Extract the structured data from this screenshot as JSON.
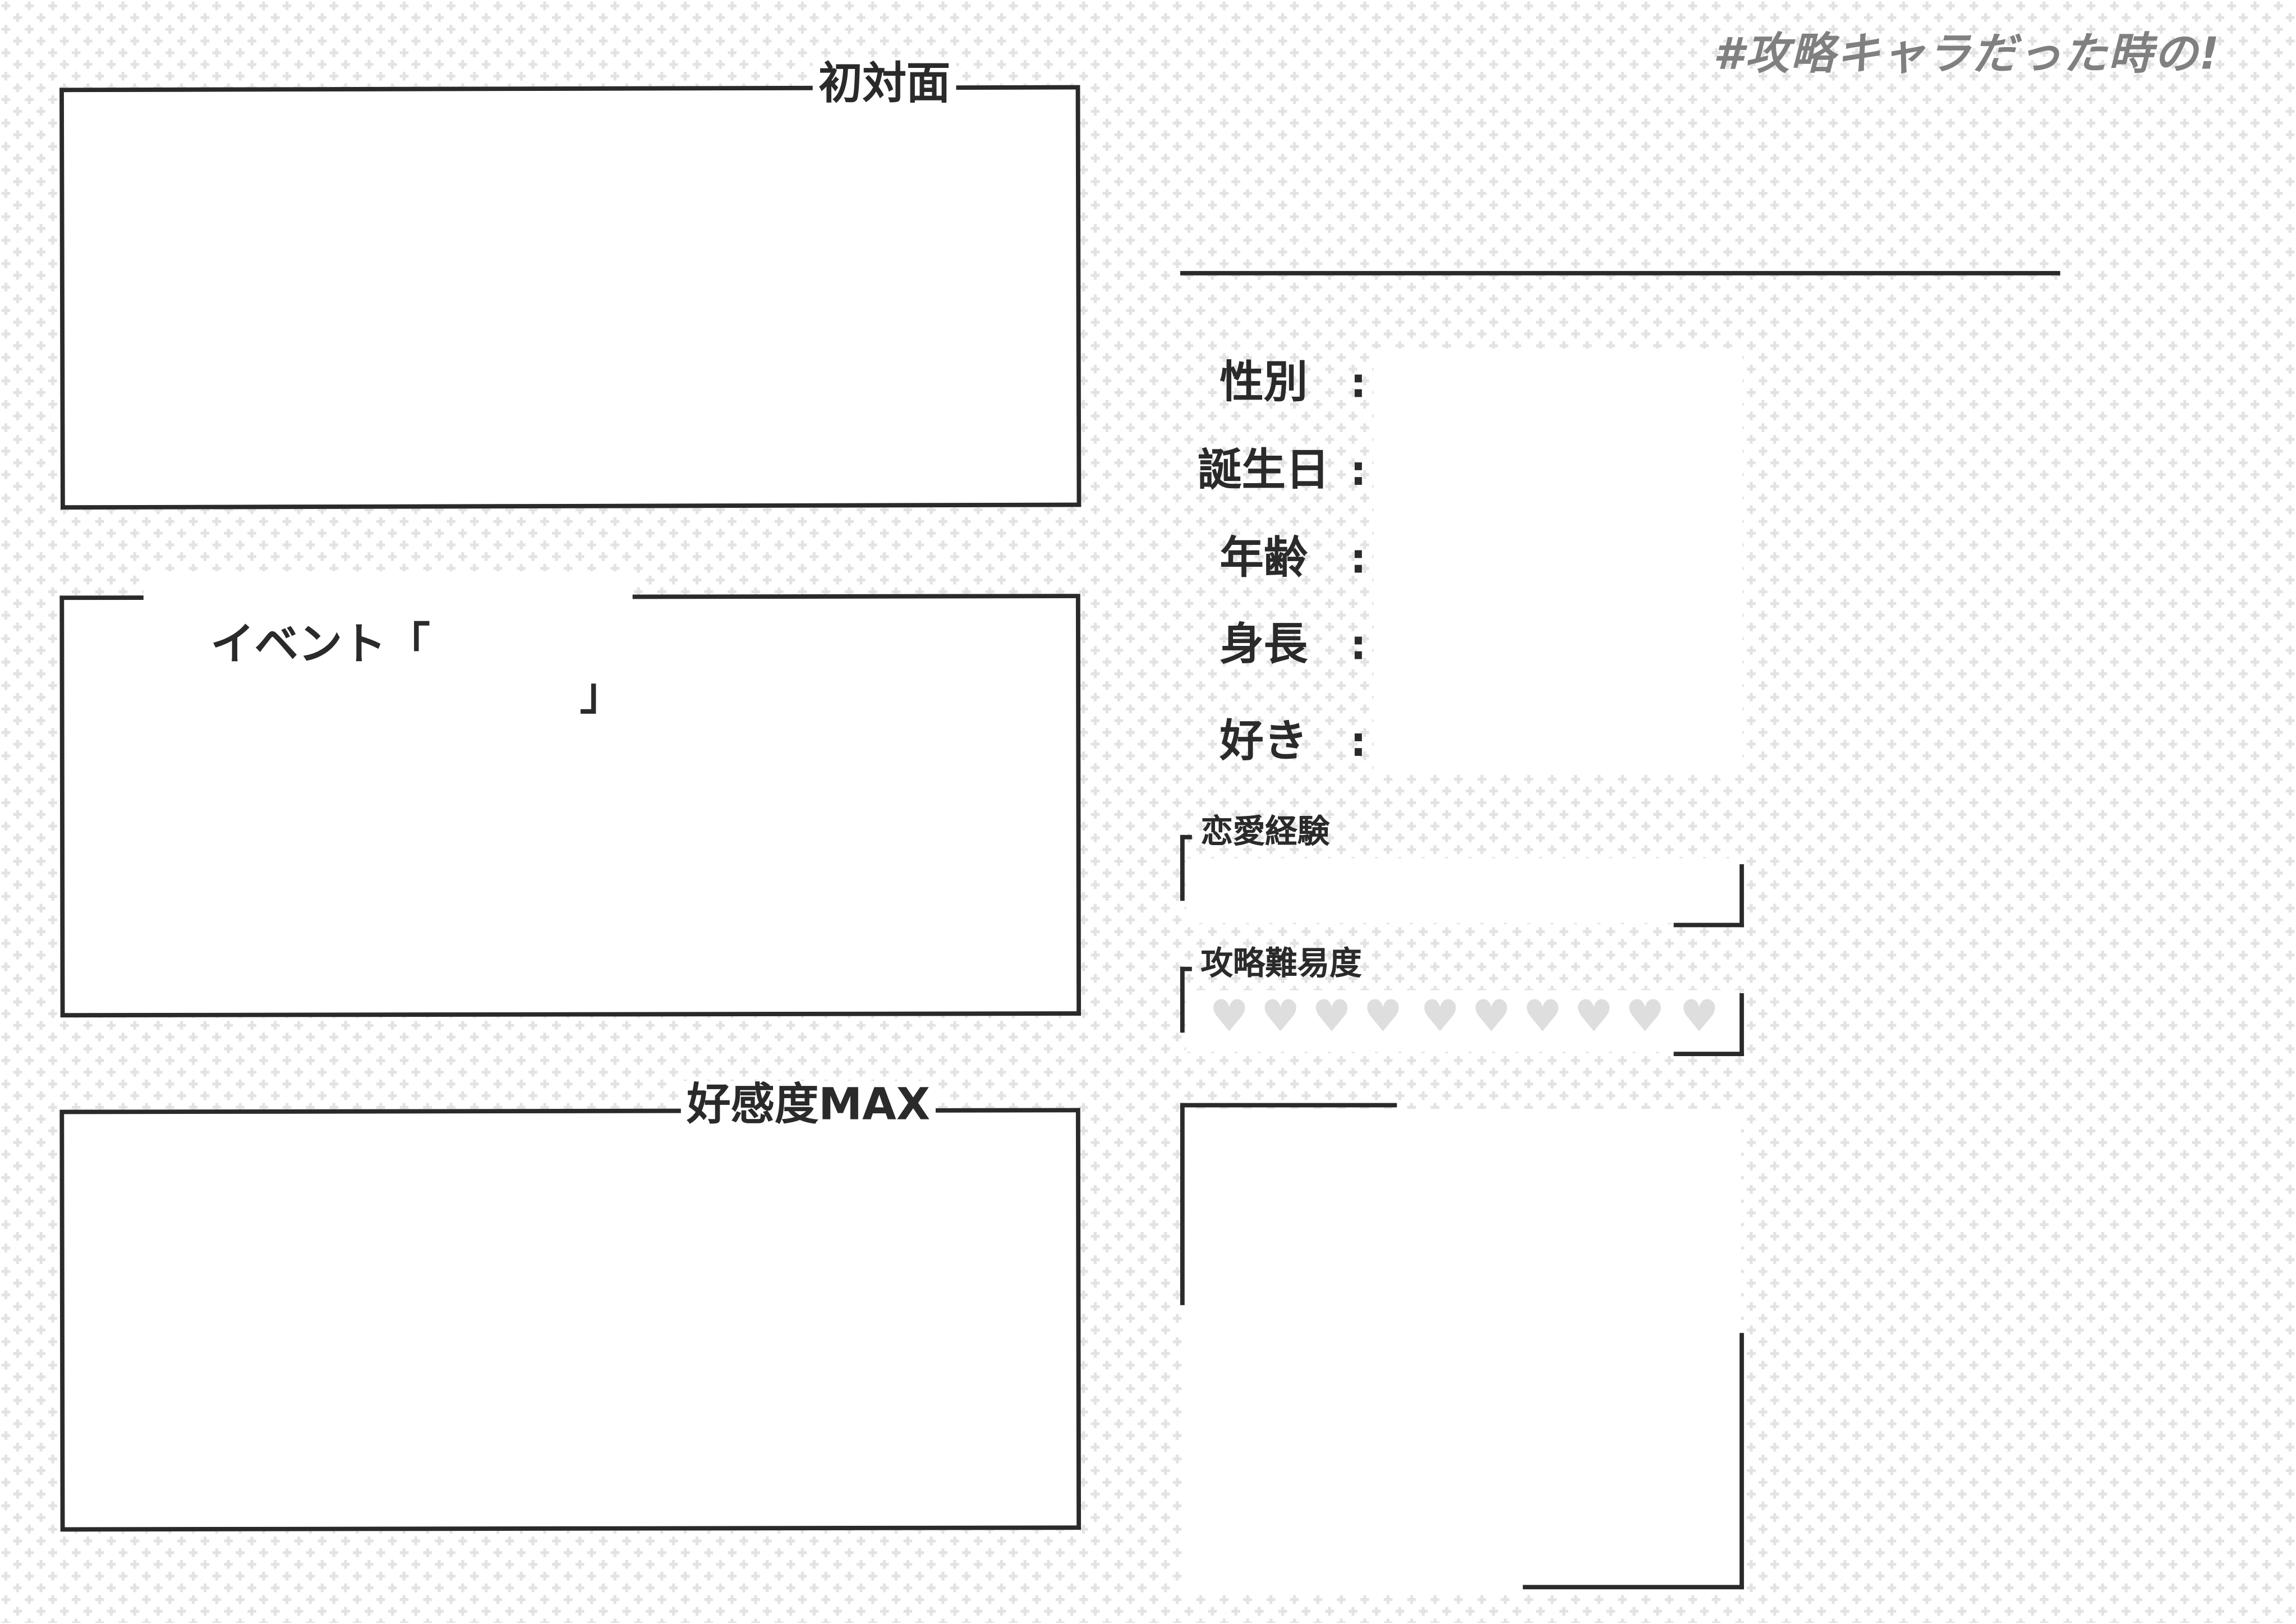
{
  "header": {
    "title": "#攻略キャラだった時の!"
  },
  "panels": {
    "first_meeting": "初対面",
    "event_prefix": "イベント「",
    "event_suffix": "」",
    "max_affection": "好感度MAX"
  },
  "profile": {
    "fields": [
      {
        "label": "性別",
        "colon": ":"
      },
      {
        "label": "誕生日",
        "colon": ":"
      },
      {
        "label": "年齢",
        "colon": ":"
      },
      {
        "label": "身長",
        "colon": ":"
      },
      {
        "label": "好き",
        "colon": ":"
      }
    ],
    "romance_experience": "恋愛経験",
    "difficulty": "攻略難易度",
    "difficulty_hearts_total": 10,
    "difficulty_hearts_filled": 0
  },
  "colors": {
    "ink": "#2a2a2a",
    "headline": "#808080",
    "pattern": "#e3e3e3",
    "heart_empty": "#dedede"
  }
}
